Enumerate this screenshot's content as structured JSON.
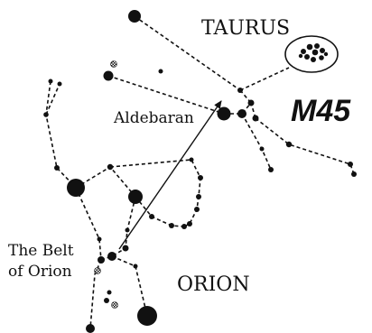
{
  "labels": {
    "taurus": "TAURUS",
    "m45": "M45",
    "aldebaran": "Aldebaran",
    "belt_line1": "The Belt",
    "belt_line2": "of Orion",
    "orion": "ORION"
  },
  "colors": {
    "ink": "#111111",
    "background": "#ffffff"
  }
}
